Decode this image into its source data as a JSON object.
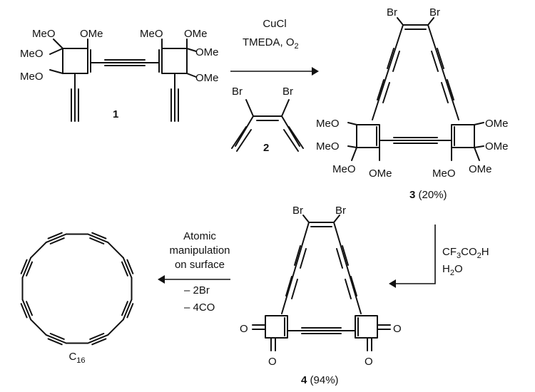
{
  "groups": {
    "ome": "OMe",
    "meo": "MeO",
    "br": "Br",
    "o": "O",
    "c16_base": "C",
    "c16_sub": "16"
  },
  "compounds": {
    "c1": {
      "number": "1"
    },
    "c2": {
      "number": "2"
    },
    "c3": {
      "number": "3",
      "yield": " (20%)"
    },
    "c4": {
      "number": "4",
      "yield": " (94%)"
    },
    "c16": {
      "label": "C16"
    }
  },
  "conditions": {
    "step1": {
      "line1": "CuCl",
      "line2_main": "TMEDA, O",
      "line2_sub": "2"
    },
    "step2": {
      "cf3_a": "CF",
      "cf3_sub1": "3",
      "cf3_b": "CO",
      "cf3_sub2": "2",
      "cf3_c": "H",
      "h2o_a": "H",
      "h2o_sub": "2",
      "h2o_b": "O"
    },
    "step3": {
      "line1": "Atomic",
      "line2": "manipulation",
      "line3": "on surface",
      "line4": "– 2Br",
      "line5": "– 4CO"
    }
  }
}
